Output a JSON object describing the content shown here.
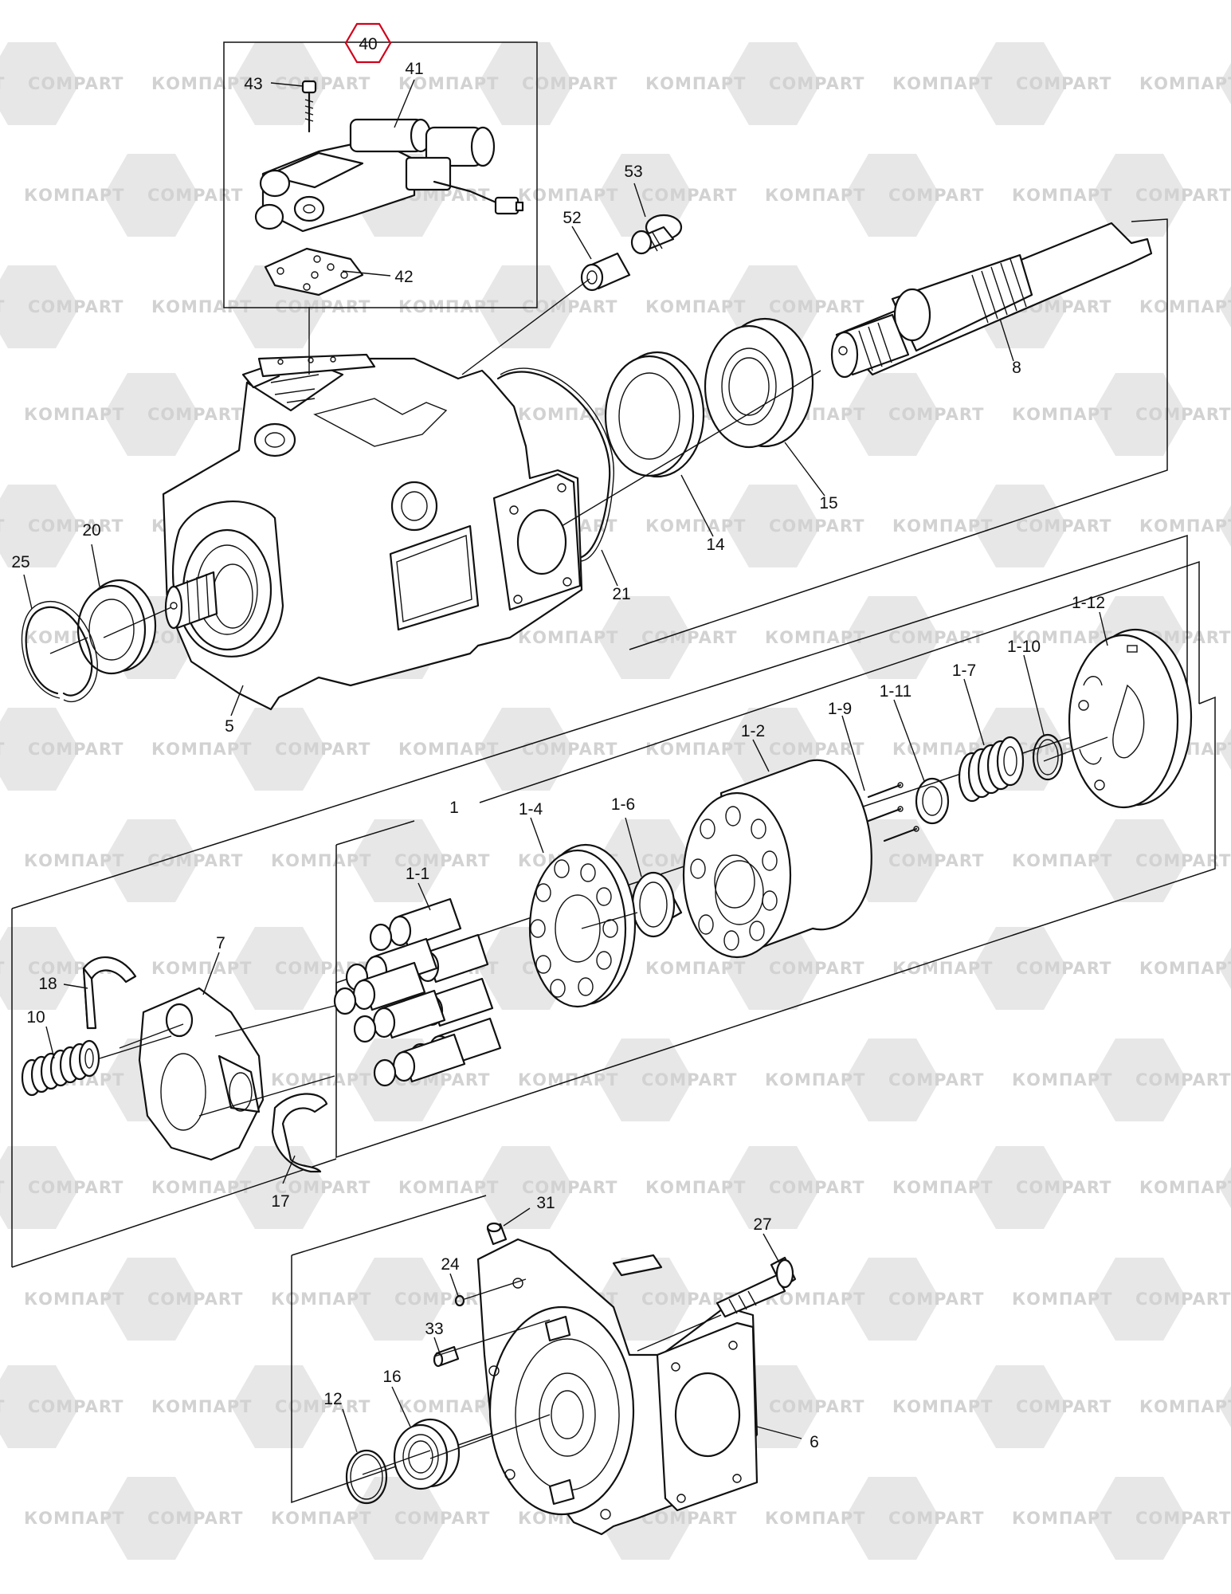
{
  "watermark": {
    "text_latin": "COMPART",
    "text_cyrillic": "КОМПАРТ"
  },
  "highlight": {
    "label": "40",
    "color": "#d0021b"
  },
  "callouts": {
    "c40": "40",
    "c41": "41",
    "c42": "42",
    "c43": "43",
    "c52": "52",
    "c53": "53",
    "c8": "8",
    "c15": "15",
    "c14": "14",
    "c21": "21",
    "c20": "20",
    "c25": "25",
    "c5": "5",
    "c1_12": "1-12",
    "c1_10": "1-10",
    "c1_7": "1-7",
    "c1_11": "1-11",
    "c1_9": "1-9",
    "c1_2": "1-2",
    "c1": "1",
    "c1_4": "1-4",
    "c1_6": "1-6",
    "c1_1": "1-1",
    "c7": "7",
    "c18": "18",
    "c10": "10",
    "c17": "17",
    "c31": "31",
    "c27": "27",
    "c24": "24",
    "c33": "33",
    "c12": "12",
    "c16": "16",
    "c6": "6"
  }
}
